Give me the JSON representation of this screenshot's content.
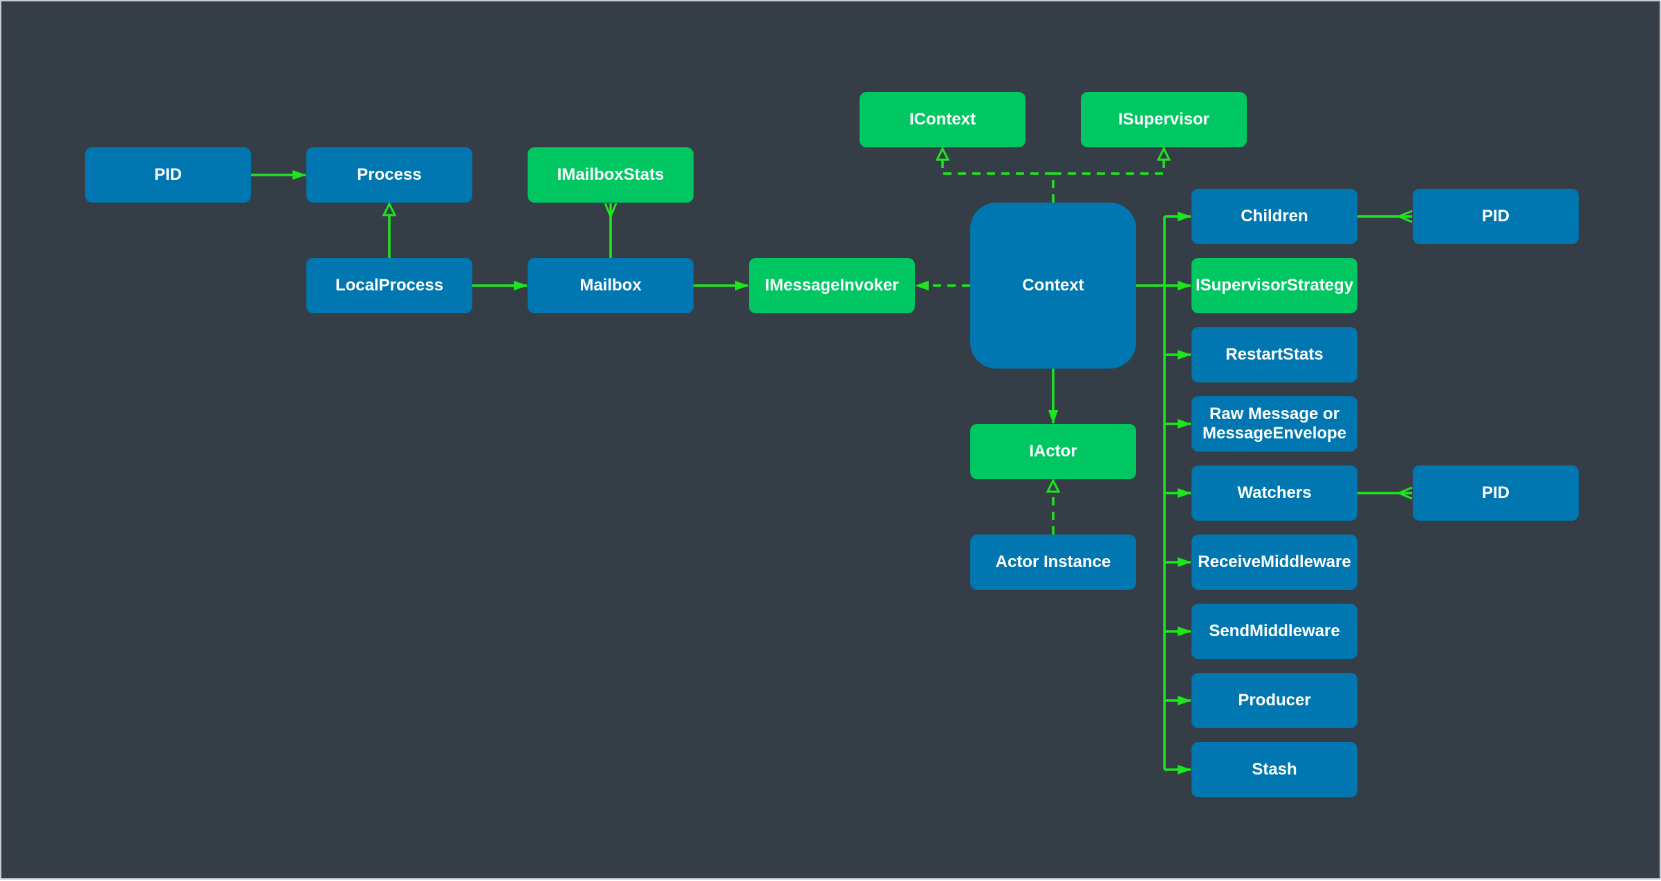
{
  "diagram": {
    "colors": {
      "background": "#353e47",
      "class_node": "#0077b0",
      "interface_node": "#00c762",
      "edge": "#1ee61e",
      "text": "#ffffff"
    },
    "nodes": {
      "pid_left": "PID",
      "process": "Process",
      "local_process": "LocalProcess",
      "mailbox_stats": "IMailboxStats",
      "mailbox": "Mailbox",
      "message_invoker": "IMessageInvoker",
      "icontext": "IContext",
      "isupervisor": "ISupervisor",
      "context": "Context",
      "iactor": "IActor",
      "actor_instance": "Actor Instance",
      "children": "Children",
      "pid_children": "PID",
      "supervisor_strategy": "ISupervisorStrategy",
      "restart_stats": "RestartStats",
      "raw_message": "Raw Message or\nMessageEnvelope",
      "watchers": "Watchers",
      "pid_watchers": "PID",
      "receive_middleware": "ReceiveMiddleware",
      "send_middleware": "SendMiddleware",
      "producer": "Producer",
      "stash": "Stash"
    }
  }
}
